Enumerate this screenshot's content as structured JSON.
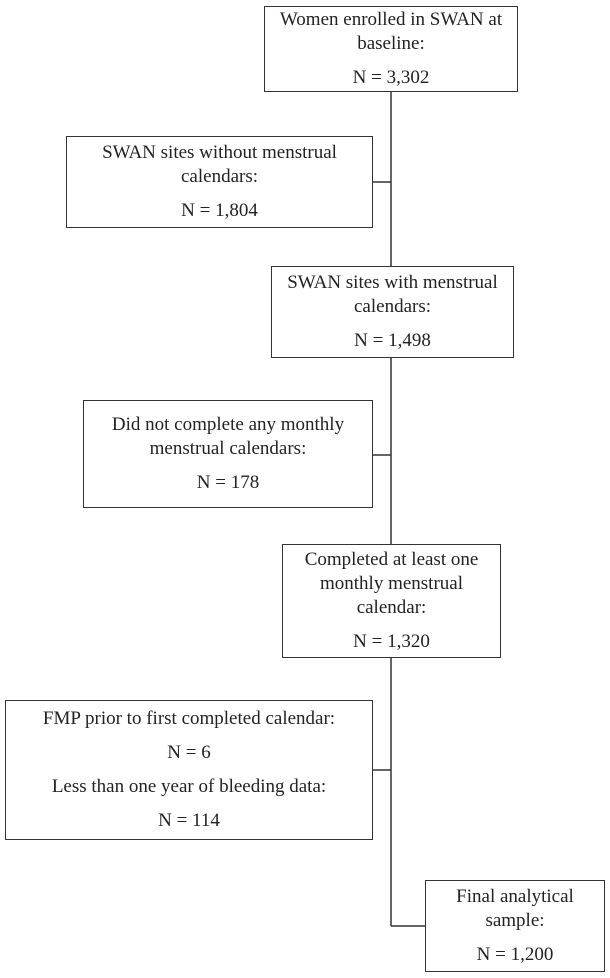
{
  "boxes": {
    "enrolled": {
      "lines": [
        "Women enrolled in SWAN at",
        "baseline:"
      ],
      "n": "N = 3,302"
    },
    "without": {
      "lines": [
        "SWAN sites without menstrual",
        "calendars:"
      ],
      "n": "N = 1,804"
    },
    "with": {
      "lines": [
        "SWAN sites with menstrual",
        "calendars:"
      ],
      "n": "N = 1,498"
    },
    "none": {
      "lines": [
        "Did not complete any monthly",
        "menstrual calendars:"
      ],
      "n": "N = 178"
    },
    "completed": {
      "lines": [
        "Completed at least one",
        "monthly menstrual",
        "calendar:"
      ],
      "n": "N = 1,320"
    },
    "excluded": {
      "line1": "FMP prior to first completed calendar:",
      "n1": "N = 6",
      "line2": "Less than one year of bleeding data:",
      "n2": "N = 114"
    },
    "final": {
      "lines": [
        "Final analytical",
        "sample:"
      ],
      "n": "N = 1,200"
    }
  }
}
